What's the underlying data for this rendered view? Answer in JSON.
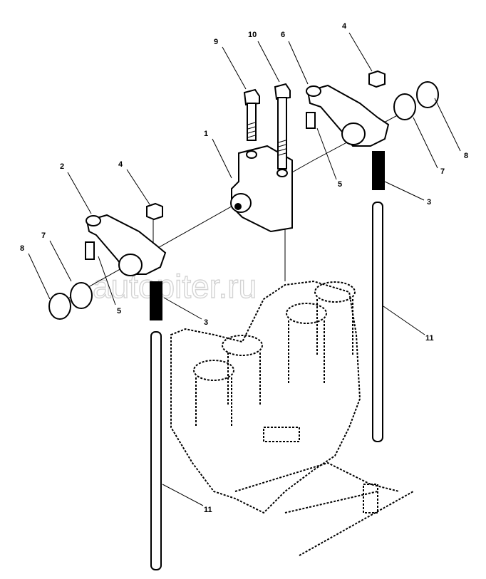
{
  "watermark": "autopiter.ru",
  "callouts": [
    {
      "id": "label-9",
      "text": "9"
    },
    {
      "id": "label-10",
      "text": "10"
    },
    {
      "id": "label-6",
      "text": "6"
    },
    {
      "id": "label-4-top",
      "text": "4"
    },
    {
      "id": "label-1",
      "text": "1"
    },
    {
      "id": "label-8-right",
      "text": "8"
    },
    {
      "id": "label-7-right",
      "text": "7"
    },
    {
      "id": "label-5-right",
      "text": "5"
    },
    {
      "id": "label-3-right",
      "text": "3"
    },
    {
      "id": "label-2",
      "text": "2"
    },
    {
      "id": "label-4-left",
      "text": "4"
    },
    {
      "id": "label-8-left",
      "text": "8"
    },
    {
      "id": "label-7-left",
      "text": "7"
    },
    {
      "id": "label-5-left",
      "text": "5"
    },
    {
      "id": "label-3-left",
      "text": "3"
    },
    {
      "id": "label-11-right",
      "text": "11"
    },
    {
      "id": "label-11-left",
      "text": "11"
    }
  ]
}
